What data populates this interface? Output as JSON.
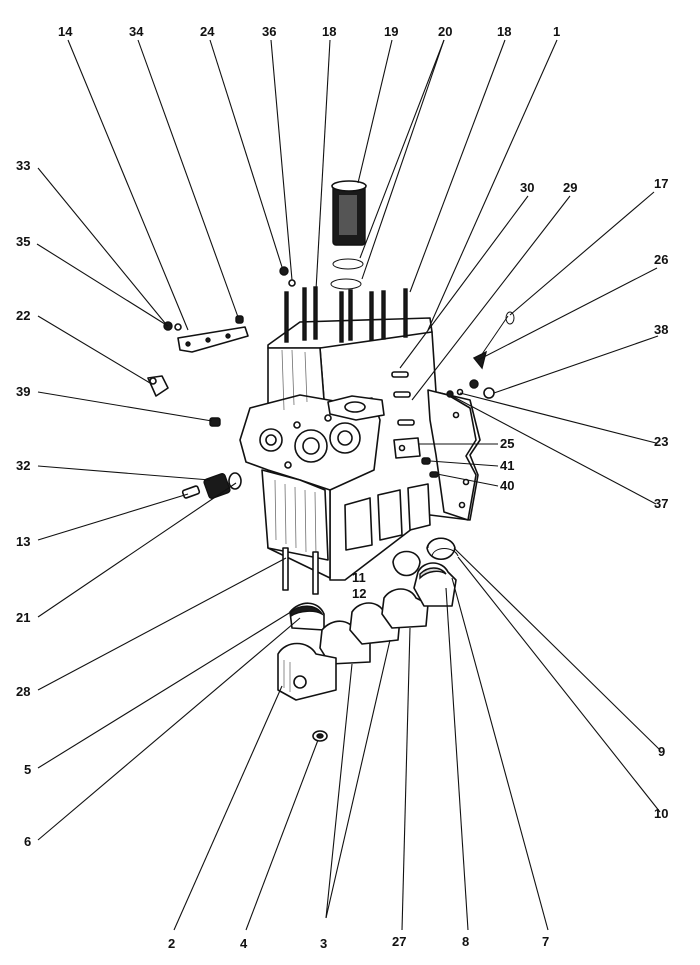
{
  "callouts": [
    {
      "id": "c14",
      "label": "14"
    },
    {
      "id": "c34",
      "label": "34"
    },
    {
      "id": "c24",
      "label": "24"
    },
    {
      "id": "c36",
      "label": "36"
    },
    {
      "id": "c18a",
      "label": "18"
    },
    {
      "id": "c19",
      "label": "19"
    },
    {
      "id": "c20",
      "label": "20"
    },
    {
      "id": "c18b",
      "label": "18"
    },
    {
      "id": "c1",
      "label": "1"
    },
    {
      "id": "c33",
      "label": "33"
    },
    {
      "id": "c30",
      "label": "30"
    },
    {
      "id": "c29",
      "label": "29"
    },
    {
      "id": "c17",
      "label": "17"
    },
    {
      "id": "c35",
      "label": "35"
    },
    {
      "id": "c26",
      "label": "26"
    },
    {
      "id": "c22",
      "label": "22"
    },
    {
      "id": "c38",
      "label": "38"
    },
    {
      "id": "c39",
      "label": "39"
    },
    {
      "id": "c23",
      "label": "23"
    },
    {
      "id": "c25",
      "label": "25"
    },
    {
      "id": "c41",
      "label": "41"
    },
    {
      "id": "c40",
      "label": "40"
    },
    {
      "id": "c32",
      "label": "32"
    },
    {
      "id": "c37",
      "label": "37"
    },
    {
      "id": "c13",
      "label": "13"
    },
    {
      "id": "c11",
      "label": "11"
    },
    {
      "id": "c12",
      "label": "12"
    },
    {
      "id": "c21",
      "label": "21"
    },
    {
      "id": "c28",
      "label": "28"
    },
    {
      "id": "c9",
      "label": "9"
    },
    {
      "id": "c5",
      "label": "5"
    },
    {
      "id": "c10",
      "label": "10"
    },
    {
      "id": "c6",
      "label": "6"
    },
    {
      "id": "c2",
      "label": "2"
    },
    {
      "id": "c4",
      "label": "4"
    },
    {
      "id": "c3",
      "label": "3"
    },
    {
      "id": "c27",
      "label": "27"
    },
    {
      "id": "c8",
      "label": "8"
    },
    {
      "id": "c7",
      "label": "7"
    }
  ]
}
